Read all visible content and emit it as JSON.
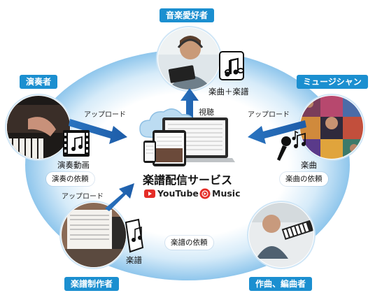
{
  "roles": {
    "music_lover": "音楽愛好者",
    "performer": "演奏者",
    "musician": "ミュージシャン",
    "sheet_maker": "楽譜制作者",
    "composer": "作曲、編曲者"
  },
  "arrows": {
    "upload_left": "アップロード",
    "upload_right": "アップロード",
    "upload_bottom": "アップロード",
    "watch": "視聴"
  },
  "requests": {
    "performance": "演奏の依頼",
    "song": "楽曲の依頼",
    "sheet": "楽譜の依頼"
  },
  "captions": {
    "song_plus_sheet": "楽曲＋楽譜",
    "performance_video": "演奏動画",
    "song": "楽曲",
    "sheet": "楽譜"
  },
  "service": {
    "title": "楽譜配信サービス",
    "youtube": "YouTube",
    "music": "Music"
  },
  "colors": {
    "accent": "#1b8fd0",
    "arrow": "#1d5ca8",
    "ring": "#8fc6ec",
    "youtube_red": "#e52d27"
  },
  "icons": {
    "music_note": "music-note-icon",
    "film": "film-icon",
    "microphone": "microphone-icon",
    "sheet": "sheet-music-icon",
    "cloud": "cloud-icon"
  }
}
